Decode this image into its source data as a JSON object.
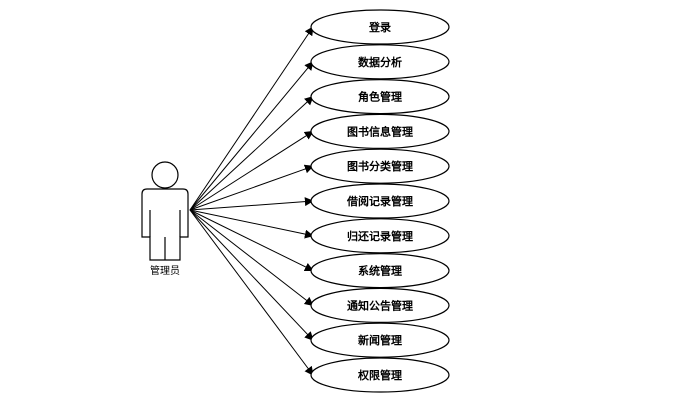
{
  "diagram": {
    "type": "use-case",
    "actor": {
      "name": "管理员"
    },
    "use_cases": [
      {
        "label": "登录"
      },
      {
        "label": "数据分析"
      },
      {
        "label": "角色管理"
      },
      {
        "label": "图书信息管理"
      },
      {
        "label": "图书分类管理"
      },
      {
        "label": "借阅记录管理"
      },
      {
        "label": "归还记录管理"
      },
      {
        "label": "系统管理"
      },
      {
        "label": "通知公告管理"
      },
      {
        "label": "新闻管理"
      },
      {
        "label": "权限管理"
      }
    ],
    "colors": {
      "stroke": "#000000",
      "fill": "#ffffff",
      "background": "#ffffff"
    }
  }
}
